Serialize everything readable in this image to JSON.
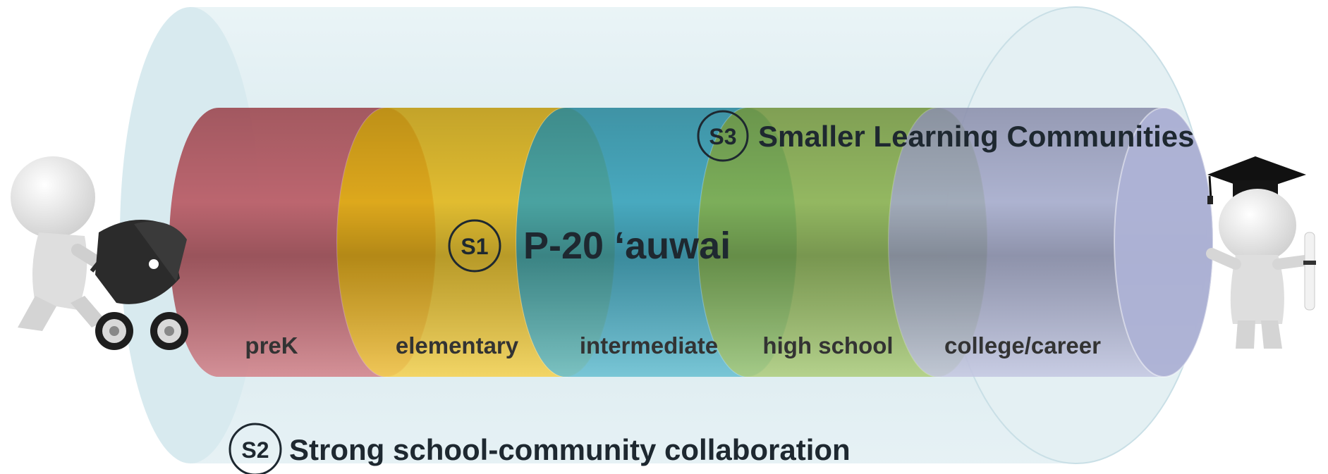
{
  "colors": {
    "outer_tube": "#d4e8ee",
    "prek": "#c2555f",
    "elementary": "#f0bf12",
    "intermediate": "#33a8c2",
    "high_school": "#8fba4e",
    "college_career": "#aeb3d6"
  },
  "stages": [
    {
      "label": "preK",
      "color": "#c2555f"
    },
    {
      "label": "elementary",
      "color": "#f0bf12"
    },
    {
      "label": "intermediate",
      "color": "#33a8c2"
    },
    {
      "label": "high school",
      "color": "#8fba4e"
    },
    {
      "label": "college/career",
      "color": "#aeb3d6"
    }
  ],
  "strategies": {
    "s1": {
      "badge": "S1",
      "label": "P-20 ‘auwai"
    },
    "s2": {
      "badge": "S2",
      "label": "Strong school-community collaboration"
    },
    "s3": {
      "badge": "S3",
      "label": "Smaller Learning Communities"
    }
  },
  "figures": {
    "left": "child-with-stroller-icon",
    "right": "graduate-with-diploma-icon"
  }
}
